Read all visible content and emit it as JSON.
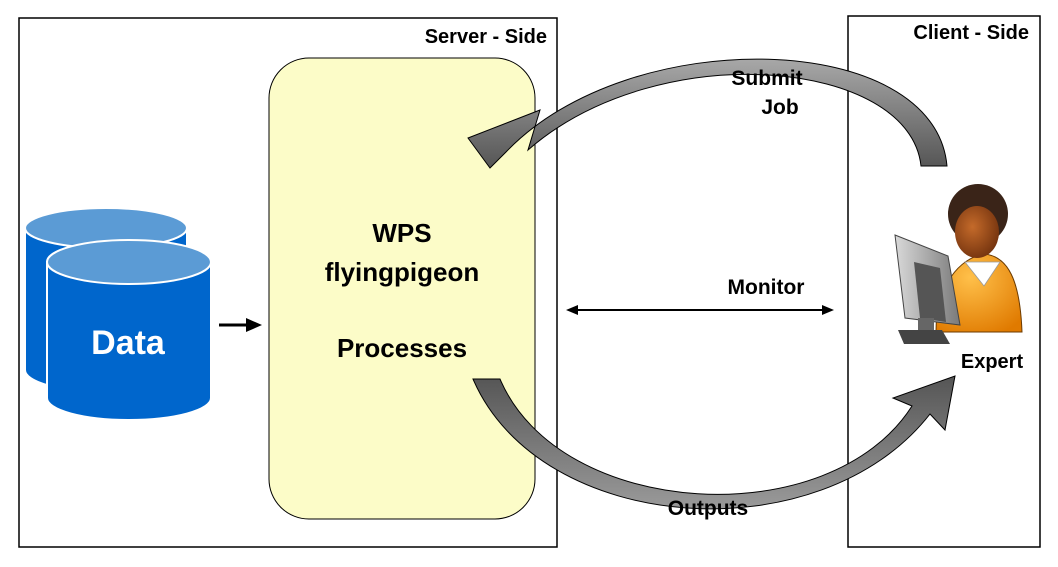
{
  "server_side": {
    "title": "Server - Side"
  },
  "client_side": {
    "title": "Client - Side"
  },
  "data_store": {
    "label": "Data"
  },
  "wps_box": {
    "line1": "WPS",
    "line2": "flyingpigeon",
    "line3": "Processes"
  },
  "flows": {
    "submit_line1": "Submit",
    "submit_line2": "Job",
    "monitor": "Monitor",
    "outputs": "Outputs"
  },
  "user": {
    "label": "Expert"
  },
  "colors": {
    "database_fill": "#0066cc",
    "database_top": "#5b9bd5",
    "wps_fill": "#fcfcc8",
    "arrow_fill": "#808080"
  }
}
